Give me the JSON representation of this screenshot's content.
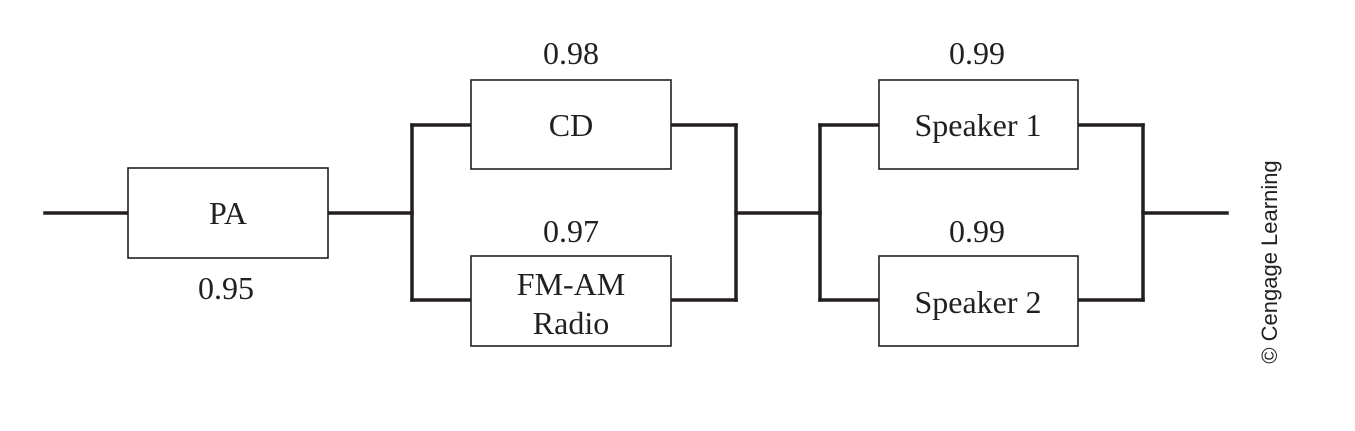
{
  "diagram": {
    "blocks": {
      "pa": {
        "label": "PA",
        "reliability": "0.95"
      },
      "cd": {
        "label": "CD",
        "reliability": "0.98"
      },
      "radio": {
        "label_line1": "FM-AM",
        "label_line2": "Radio",
        "reliability": "0.97"
      },
      "speaker1": {
        "label": "Speaker 1",
        "reliability": "0.99"
      },
      "speaker2": {
        "label": "Speaker 2",
        "reliability": "0.99"
      }
    },
    "credit": "© Cengage Learning"
  }
}
